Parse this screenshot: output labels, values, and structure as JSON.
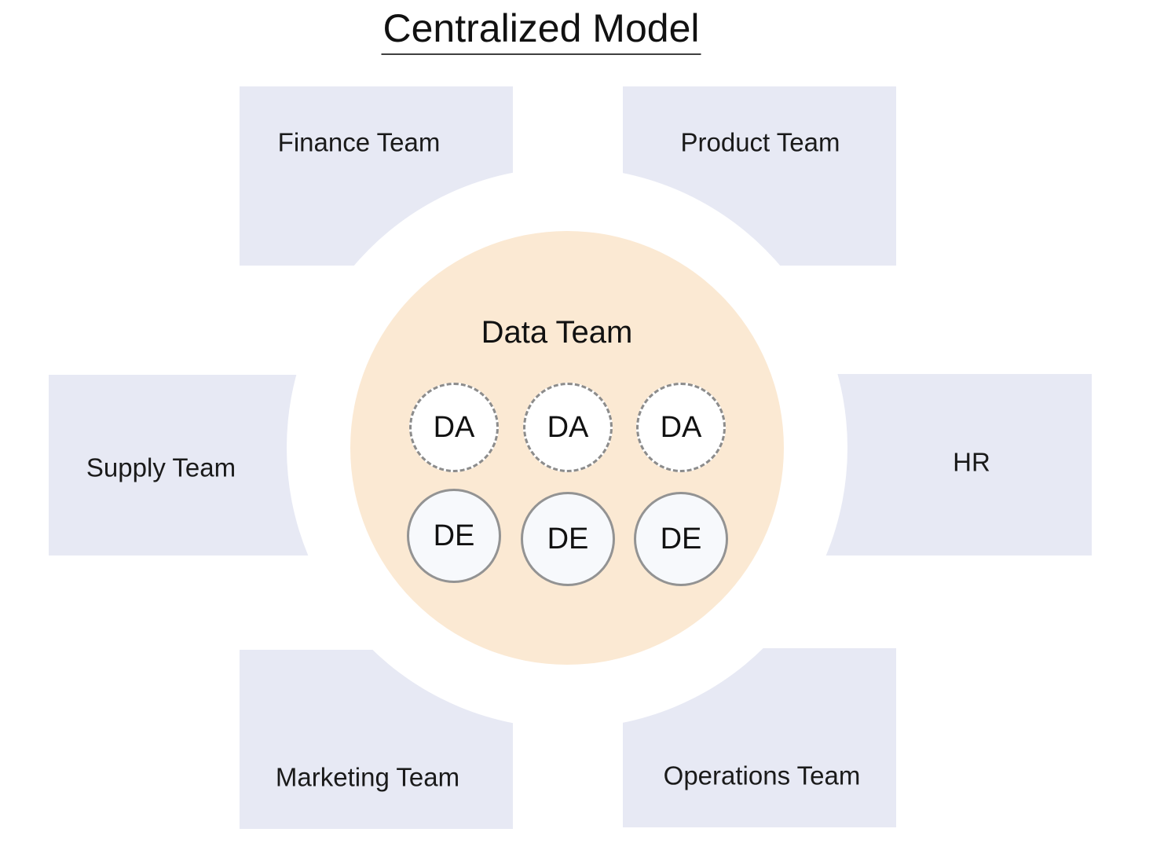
{
  "title": {
    "text": "Centralized Model"
  },
  "center": {
    "label": "Data Team",
    "analysts": [
      {
        "label": "DA"
      },
      {
        "label": "DA"
      },
      {
        "label": "DA"
      }
    ],
    "engineers": [
      {
        "label": "DE"
      },
      {
        "label": "DE"
      },
      {
        "label": "DE"
      }
    ]
  },
  "teams": [
    {
      "id": "finance",
      "label": "Finance Team"
    },
    {
      "id": "product",
      "label": "Product Team"
    },
    {
      "id": "supply",
      "label": "Supply Team"
    },
    {
      "id": "hr",
      "label": "HR"
    },
    {
      "id": "marketing",
      "label": "Marketing Team"
    },
    {
      "id": "operations",
      "label": "Operations Team"
    }
  ],
  "colors": {
    "team_box_fill": "#E7E9F4",
    "data_team_fill": "#FBE9D3",
    "ring_fill": "#FFFFFF",
    "analyst_fill": "#FFFFFF",
    "analyst_border": "#8C8C8C",
    "engineer_fill": "#F7F9FC",
    "engineer_border": "#939393",
    "text": "#1A1A1A",
    "title_underline": "#3F3F3F"
  }
}
